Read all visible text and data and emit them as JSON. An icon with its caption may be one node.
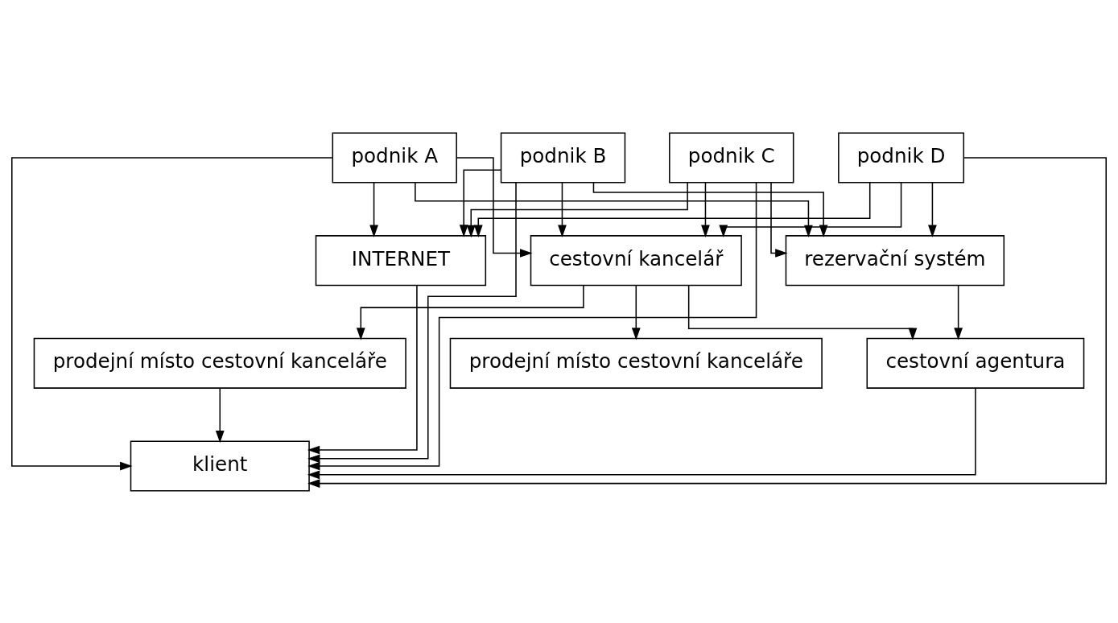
{
  "diagram": {
    "nodes": [
      {
        "text": [
          "podnik A"
        ]
      },
      {
        "text": [
          "podnik B"
        ]
      },
      {
        "text": [
          "podnik C"
        ]
      },
      {
        "text": [
          "podnik D"
        ]
      },
      {
        "text": [
          "INTERNET"
        ]
      },
      {
        "text": [
          "cestovní kancelář"
        ]
      },
      {
        "text": [
          "rezervační systém"
        ]
      },
      {
        "text": [
          "prodejní místo cestovní kanceláře"
        ]
      },
      {
        "text": [
          "prodejní místo cestovní kanceláře"
        ]
      },
      {
        "text": [
          "cestovní agentura"
        ]
      },
      {
        "text": [
          "klient"
        ]
      }
    ],
    "edges": [
      {
        "from": 0,
        "to": 4,
        "arrow": "to"
      },
      {
        "from": 1,
        "to": 4,
        "arrow": "to"
      },
      {
        "from": 2,
        "to": 4,
        "arrow": "to"
      },
      {
        "from": 3,
        "to": 4,
        "arrow": "to"
      },
      {
        "from": 0,
        "to": 10,
        "arrow": "to"
      },
      {
        "from": 1,
        "to": 10,
        "arrow": "to"
      },
      {
        "from": 2,
        "to": 10,
        "arrow": "to"
      },
      {
        "from": 3,
        "to": 10,
        "arrow": "to"
      },
      {
        "from": 0,
        "to": 5,
        "arrow": "to"
      },
      {
        "from": 1,
        "to": 5,
        "arrow": "to"
      },
      {
        "from": 2,
        "to": 5,
        "arrow": "to"
      },
      {
        "from": 3,
        "to": 5,
        "arrow": "to"
      },
      {
        "from": 0,
        "to": 6,
        "arrow": "to"
      },
      {
        "from": 1,
        "to": 6,
        "arrow": "to"
      },
      {
        "from": 2,
        "to": 6,
        "arrow": "to"
      },
      {
        "from": 3,
        "to": 6,
        "arrow": "to"
      },
      {
        "from": 5,
        "to": 7,
        "arrow": "to"
      },
      {
        "from": 5,
        "to": 8,
        "arrow": "to"
      },
      {
        "from": 5,
        "to": 9,
        "arrow": "to"
      },
      {
        "from": 6,
        "to": 9,
        "arrow": "to"
      },
      {
        "from": 7,
        "to": 10,
        "arrow": "to"
      },
      {
        "from": 9,
        "to": 10,
        "arrow": "to"
      },
      {
        "from": 4,
        "to": 10,
        "arrow": "to"
      }
    ]
  }
}
